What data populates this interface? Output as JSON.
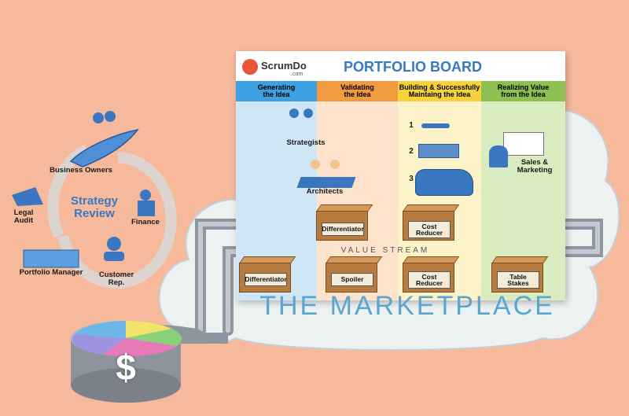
{
  "strategy": {
    "title": "Strategy\nReview",
    "roles": {
      "business_owners": "Business Owners",
      "finance": "Finance",
      "customer_rep": "Customer\nRep.",
      "portfolio_manager": "Portfolio Manager",
      "legal_audit": "Legal\nAudit"
    }
  },
  "board": {
    "logo": "ScrumDo",
    "logo_suffix": ".com",
    "title": "PORTFOLIO BOARD",
    "columns": [
      {
        "label": "Generating\nthe Idea",
        "color": "#cfe6f7",
        "head": "#3ea0e0"
      },
      {
        "label": "Validating\nthe Idea",
        "color": "#fde3cc",
        "head": "#f19a3e"
      },
      {
        "label": "Building & Successfully\nMaintaing the Idea",
        "color": "#fdf3c8",
        "head": "#f7d23b"
      },
      {
        "label": "Realizing Value\nfrom the Idea",
        "color": "#d9ecc0",
        "head": "#8cc152"
      }
    ],
    "figures": {
      "strategists": "Strategists",
      "architects": "Architects",
      "sales": "Sales &\nMarketing",
      "steps": [
        "1",
        "2",
        "3"
      ]
    },
    "value_stream": "VALUE  STREAM",
    "boxes_upper": [
      "Differentiator",
      "Cost\nReducer"
    ],
    "boxes_lower": [
      "Differentiator",
      "Spoiler",
      "Cost\nReducer",
      "Table\nStakes"
    ]
  },
  "marketplace": "THE MARKETPLACE",
  "budget_symbol": "$",
  "colors": {
    "background": "#f7b99b",
    "cloud": "#eef1f2",
    "pipe": "#9aa1a9",
    "accent_blue": "#3a77c0"
  }
}
